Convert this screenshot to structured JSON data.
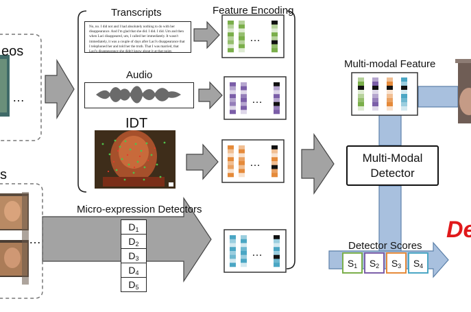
{
  "labels": {
    "videos_partial": "eos",
    "s_partial": "s",
    "transcripts": "Transcripts",
    "audio": "Audio",
    "idt": "IDT",
    "feature_encoding": "Feature Encoding",
    "multimodal_feature": "Multi-modal Feature",
    "micro_expression_detectors": "Micro-expression Detectors",
    "detector_scores": "Detector Scores",
    "de_partial": "De"
  },
  "transcript_text": "No, no. I did not and I had absolutely nothing to do with her disappearance. And I'm glad that she did. I did. I did. Um and then when Laci disappeared, um, I called her immediately. It wasn't immediately, it was a couple of days after Laci's disappearance that I telephoned her and told her the truth. That I was married, that Laci's disappearance she didn't know about it at that point.",
  "detector": {
    "line1": "Multi-Modal",
    "line2": "Detector"
  },
  "micro_detectors": [
    {
      "base": "D",
      "sub": "1"
    },
    {
      "base": "D",
      "sub": "2"
    },
    {
      "base": "D",
      "sub": "3"
    },
    {
      "base": "D",
      "sub": "4"
    },
    {
      "base": "D",
      "sub": "5"
    }
  ],
  "scores": [
    {
      "base": "S",
      "sub": "1",
      "color": "#7aae4a"
    },
    {
      "base": "S",
      "sub": "2",
      "color": "#7b5ea8"
    },
    {
      "base": "S",
      "sub": "3",
      "color": "#e58a3a"
    },
    {
      "base": "S",
      "sub": "4",
      "color": "#4aa6c4"
    }
  ],
  "ellipsis": "…",
  "colors": {
    "green": "#7aae4a",
    "purple": "#7b5ea8",
    "orange": "#e58a3a",
    "teal": "#4aa6c4",
    "arrow_gray": "#a3a3a3",
    "pillar_blue": "#a8c0de",
    "deception_red": "#e0191b"
  }
}
